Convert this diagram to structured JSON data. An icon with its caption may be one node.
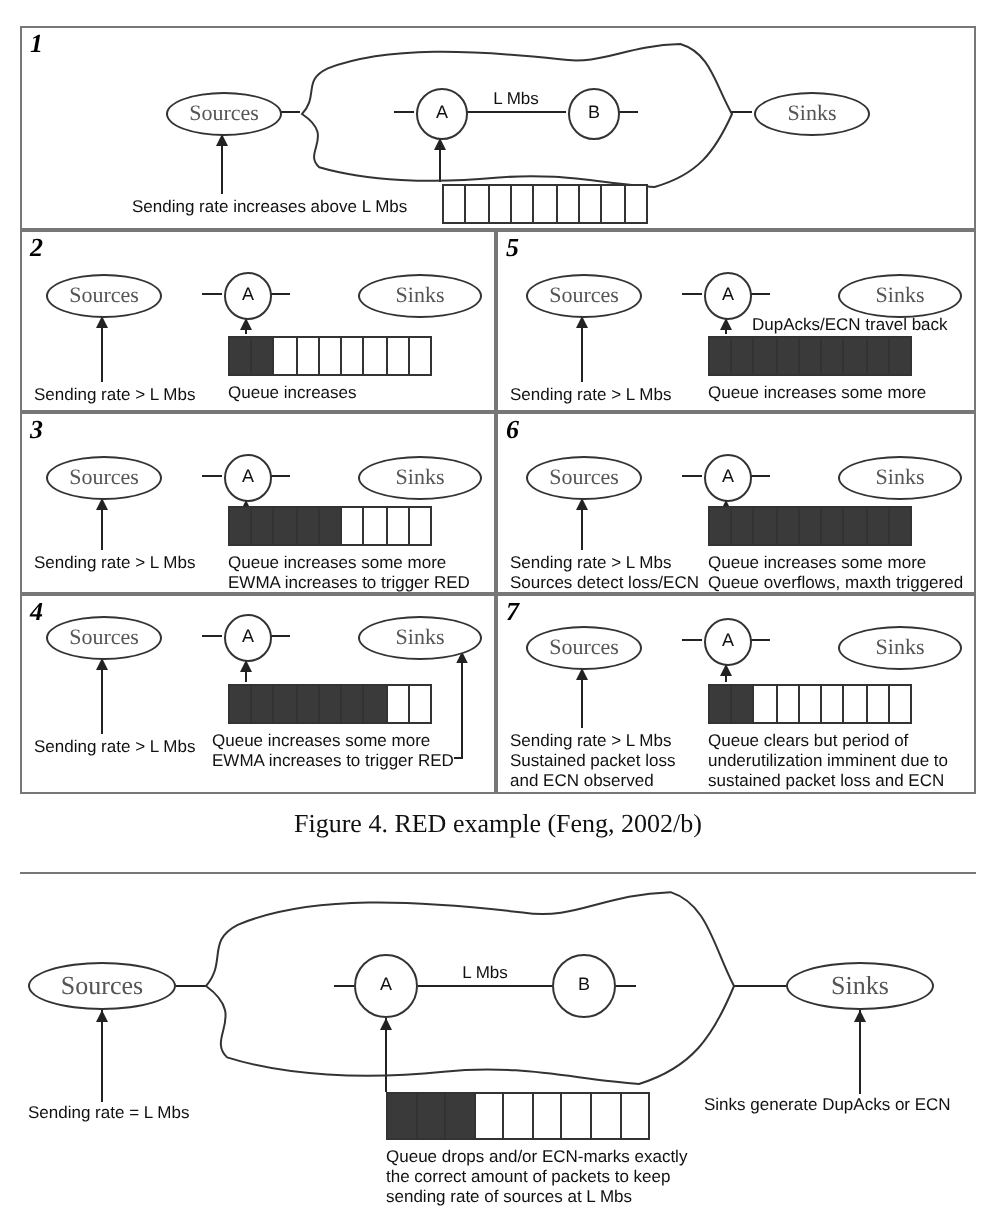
{
  "diagram": {
    "caption": "Figure 4. RED example (Feng, 2002/b)",
    "nodes": [
      {
        "text": [
          "1"
        ]
      },
      {
        "text": [
          "Sources"
        ],
        "in": 0
      },
      {
        "text": [],
        "shape": "cloud",
        "in": 0
      },
      {
        "text": [
          "A"
        ],
        "in": 2
      },
      {
        "text": [
          "B"
        ],
        "in": 2
      },
      {
        "text": [
          "Sinks"
        ],
        "in": 0
      },
      {
        "text": [],
        "shape": "bar",
        "in": 0
      },
      {
        "text": [
          "Sending rate increases above L Mbs"
        ],
        "in": 0
      },
      {
        "text": [
          "2"
        ]
      },
      {
        "text": [
          "Sources"
        ],
        "in": 8
      },
      {
        "text": [
          "A"
        ],
        "in": 8
      },
      {
        "text": [
          "Sinks"
        ],
        "in": 8
      },
      {
        "text": [],
        "shape": "bar",
        "in": 8,
        "beside": [
          "Queue increases"
        ]
      },
      {
        "text": [
          "Sending rate > L Mbs"
        ],
        "in": 8
      },
      {
        "text": [
          "3"
        ]
      },
      {
        "text": [
          "Sources"
        ],
        "in": 14
      },
      {
        "text": [
          "A"
        ],
        "in": 14
      },
      {
        "text": [
          "Sinks"
        ],
        "in": 14
      },
      {
        "text": [],
        "shape": "bar",
        "in": 14,
        "beside": [
          "Queue increases some more",
          "EWMA increases to trigger RED"
        ]
      },
      {
        "text": [
          "Sending rate > L Mbs"
        ],
        "in": 14
      },
      {
        "text": [
          "4"
        ]
      },
      {
        "text": [
          "Sources"
        ],
        "in": 20
      },
      {
        "text": [
          "A"
        ],
        "in": 20
      },
      {
        "text": [
          "Sinks"
        ],
        "in": 20
      },
      {
        "text": [],
        "shape": "bar",
        "in": 20
      },
      {
        "text": [
          "Sending rate > L Mbs"
        ],
        "in": 20
      },
      {
        "text": [
          "Queue increases some more",
          "EWMA increases to trigger RED"
        ],
        "in": 20
      },
      {
        "text": [
          "5",
          "DupAcks/ECN travel back"
        ]
      },
      {
        "text": [
          "Sources"
        ],
        "in": 27
      },
      {
        "text": [
          "A"
        ],
        "in": 27
      },
      {
        "text": [
          "Sinks"
        ],
        "in": 27
      },
      {
        "text": [],
        "shape": "bar",
        "in": 27,
        "beside": [
          "Queue increases some more"
        ]
      },
      {
        "text": [
          "Sending rate > L Mbs"
        ],
        "in": 27
      },
      {
        "text": [
          "6"
        ]
      },
      {
        "text": [
          "Sources"
        ],
        "in": 33
      },
      {
        "text": [
          "A"
        ],
        "in": 33
      },
      {
        "text": [
          "Sinks"
        ],
        "in": 33
      },
      {
        "text": [],
        "shape": "bar",
        "in": 33,
        "beside": [
          "Queue increases some more",
          "Queue overflows, maxth triggered"
        ]
      },
      {
        "text": [
          "Sending rate > L Mbs",
          "Sources detect loss/ECN"
        ],
        "in": 33
      },
      {
        "text": [
          "7"
        ]
      },
      {
        "text": [
          "Sources"
        ],
        "in": 39
      },
      {
        "text": [
          "A"
        ],
        "in": 39
      },
      {
        "text": [
          "Sinks"
        ],
        "in": 39
      },
      {
        "text": [],
        "shape": "bar",
        "in": 39,
        "beside": [
          "Queue clears but period of underutilization imminent due to sustained packet loss and ECN"
        ]
      },
      {
        "text": [
          "Sending rate > L Mbs",
          "Sustained packet loss and ECN observed"
        ],
        "in": 39
      },
      {
        "text": [
          "Sources"
        ]
      },
      {
        "text": [],
        "shape": "cloud"
      },
      {
        "text": [
          "A"
        ],
        "in": 46
      },
      {
        "text": [
          "B"
        ],
        "in": 46
      },
      {
        "text": [
          "Sinks"
        ]
      },
      {
        "text": [],
        "shape": "bar",
        "beside": [
          "Queue drops and/or ECN-marks exactly the correct amount of packets to keep sending rate of sources at L Mbs"
        ]
      },
      {
        "text": [
          "Sending rate = L Mbs"
        ]
      },
      {
        "text": [
          "Sinks generate DupAcks or ECN"
        ]
      }
    ],
    "edges": [
      {
        "from": 1,
        "to": 2,
        "arrow": "none"
      },
      {
        "from": 2,
        "to": 5,
        "arrow": "none"
      },
      {
        "from": null,
        "to": 3,
        "arrow": "none"
      },
      {
        "from": 3,
        "to": 4,
        "arrow": "none",
        "label": "L Mbs"
      },
      {
        "from": 4,
        "to": null,
        "arrow": "none"
      },
      {
        "from": 7,
        "to": 1,
        "arrow": "to"
      },
      {
        "from": 6,
        "to": 3,
        "arrow": "to"
      },
      {
        "from": null,
        "to": 10,
        "arrow": "none"
      },
      {
        "from": 10,
        "to": null,
        "arrow": "none"
      },
      {
        "from": 13,
        "to": 9,
        "arrow": "to"
      },
      {
        "from": 12,
        "to": 10,
        "arrow": "to"
      },
      {
        "from": null,
        "to": 16,
        "arrow": "none"
      },
      {
        "from": 16,
        "to": null,
        "arrow": "none"
      },
      {
        "from": 19,
        "to": 15,
        "arrow": "to"
      },
      {
        "from": 18,
        "to": 16,
        "arrow": "to"
      },
      {
        "from": null,
        "to": 22,
        "arrow": "none"
      },
      {
        "from": 22,
        "to": null,
        "arrow": "none"
      },
      {
        "from": 25,
        "to": 21,
        "arrow": "to"
      },
      {
        "from": 24,
        "to": 22,
        "arrow": "to"
      },
      {
        "from": 26,
        "to": 23,
        "arrow": "to"
      },
      {
        "from": null,
        "to": 29,
        "arrow": "none"
      },
      {
        "from": 29,
        "to": null,
        "arrow": "none"
      },
      {
        "from": 32,
        "to": 28,
        "arrow": "to"
      },
      {
        "from": 31,
        "to": 29,
        "arrow": "to"
      },
      {
        "from": null,
        "to": 35,
        "arrow": "none"
      },
      {
        "from": 35,
        "to": null,
        "arrow": "none"
      },
      {
        "from": 38,
        "to": 34,
        "arrow": "to"
      },
      {
        "from": 37,
        "to": 35,
        "arrow": "to"
      },
      {
        "from": null,
        "to": 41,
        "arrow": "none"
      },
      {
        "from": 41,
        "to": null,
        "arrow": "none"
      },
      {
        "from": 44,
        "to": 40,
        "arrow": "to"
      },
      {
        "from": 43,
        "to": 41,
        "arrow": "to"
      },
      {
        "from": 45,
        "to": 46,
        "arrow": "none"
      },
      {
        "from": 46,
        "to": 49,
        "arrow": "none"
      },
      {
        "from": null,
        "to": 47,
        "arrow": "none"
      },
      {
        "from": 47,
        "to": 48,
        "arrow": "none",
        "label": "L Mbs"
      },
      {
        "from": 48,
        "to": null,
        "arrow": "none"
      },
      {
        "from": 51,
        "to": 45,
        "arrow": "to"
      },
      {
        "from": 50,
        "to": 47,
        "arrow": "to"
      },
      {
        "from": 52,
        "to": 49,
        "arrow": "to"
      }
    ]
  }
}
